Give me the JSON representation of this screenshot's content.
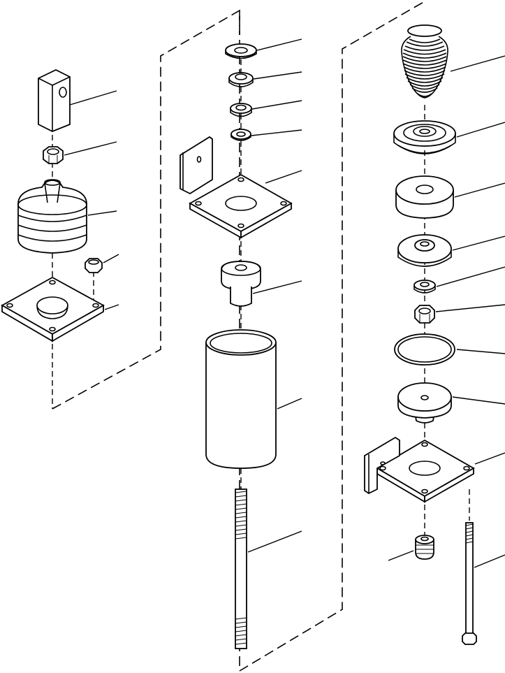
{
  "diagram": {
    "kind": "exploded-parts-view",
    "groups": [
      {
        "id": "left",
        "parts": [
          "mounting-block",
          "nut",
          "rubber-boot",
          "flange-nut",
          "square-base-plate"
        ]
      },
      {
        "id": "center",
        "parts": [
          "washer-large",
          "washer-medium-1",
          "washer-medium-2",
          "washer-small",
          "angle-bracket",
          "stepped-bushing",
          "cylinder-sleeve",
          "threaded-stud"
        ]
      },
      {
        "id": "right",
        "parts": [
          "coil-spring",
          "spring-seat",
          "rubber-mount-upper",
          "rubber-mount-lower",
          "small-washer",
          "hex-nut",
          "o-ring",
          "rubber-cushion",
          "angle-bracket",
          "threaded-plug",
          "long-bolt"
        ]
      }
    ]
  }
}
